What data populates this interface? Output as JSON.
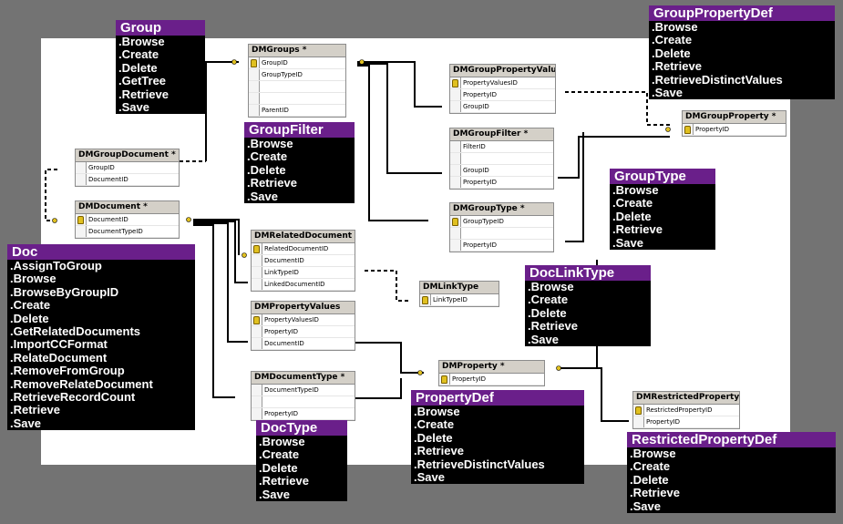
{
  "tables": {
    "dmgroups": {
      "title": "DMGroups *",
      "rows": [
        {
          "name": "GroupID",
          "key": true
        },
        {
          "name": "GroupTypeID",
          "key": false
        },
        {
          "name": "",
          "key": false
        },
        {
          "name": "",
          "key": false
        },
        {
          "name": "ParentID",
          "key": false
        }
      ]
    },
    "dmgroupdocument": {
      "title": "DMGroupDocument *",
      "rows": [
        {
          "name": "GroupID",
          "key": false
        },
        {
          "name": "DocumentID",
          "key": false
        }
      ]
    },
    "dmdocument": {
      "title": "DMDocument *",
      "rows": [
        {
          "name": "DocumentID",
          "key": true
        },
        {
          "name": "DocumentTypeID",
          "key": false
        }
      ]
    },
    "dmgrouppropertyvalue": {
      "title": "DMGroupPropertyValue",
      "rows": [
        {
          "name": "PropertyValuesID",
          "key": true
        },
        {
          "name": "PropertyID",
          "key": false
        },
        {
          "name": "GroupID",
          "key": false
        }
      ]
    },
    "dmgroupfilter": {
      "title": "DMGroupFilter *",
      "rows": [
        {
          "name": "FilterID",
          "key": false
        },
        {
          "name": "",
          "key": false
        },
        {
          "name": "GroupID",
          "key": false
        },
        {
          "name": "PropertyID",
          "key": false
        }
      ]
    },
    "dmgrouptype": {
      "title": "DMGroupType *",
      "rows": [
        {
          "name": "GroupTypeID",
          "key": true
        },
        {
          "name": "",
          "key": false
        },
        {
          "name": "PropertyID",
          "key": false
        }
      ]
    },
    "dmgroupproperty": {
      "title": "DMGroupProperty *",
      "rows": [
        {
          "name": "PropertyID",
          "key": true
        }
      ]
    },
    "dmrelateddocument": {
      "title": "DMRelatedDocument",
      "rows": [
        {
          "name": "RelatedDocumentID",
          "key": true
        },
        {
          "name": "DocumentID",
          "key": false
        },
        {
          "name": "LinkTypeID",
          "key": false
        },
        {
          "name": "LinkedDocumentID",
          "key": false
        }
      ]
    },
    "dmlinktype": {
      "title": "DMLinkType",
      "rows": [
        {
          "name": "LinkTypeID",
          "key": true
        }
      ]
    },
    "dmpropertyvalues": {
      "title": "DMPropertyValues",
      "rows": [
        {
          "name": "PropertyValuesID",
          "key": true
        },
        {
          "name": "PropertyID",
          "key": false
        },
        {
          "name": "DocumentID",
          "key": false
        }
      ]
    },
    "dmdocumenttype": {
      "title": "DMDocumentType *",
      "rows": [
        {
          "name": "DocumentTypeID",
          "key": false
        },
        {
          "name": "",
          "key": false
        },
        {
          "name": "PropertyID",
          "key": false
        }
      ]
    },
    "dmproperty": {
      "title": "DMProperty *",
      "rows": [
        {
          "name": "PropertyID",
          "key": true
        }
      ]
    },
    "dmrestrictedproperty": {
      "title": "DMRestrictedProperty",
      "rows": [
        {
          "name": "RestrictedPropertyID",
          "key": true
        },
        {
          "name": "PropertyID",
          "key": false
        }
      ]
    }
  },
  "boxes": {
    "group": {
      "title": "Group",
      "items": [
        ".Browse",
        ".Create",
        ".Delete",
        ".GetTree",
        ".Retrieve",
        ".Save"
      ]
    },
    "groupfilter": {
      "title": "GroupFilter",
      "items": [
        ".Browse",
        ".Create",
        ".Delete",
        ".Retrieve",
        ".Save"
      ]
    },
    "grouppropertydef": {
      "title": "GroupPropertyDef",
      "items": [
        ".Browse",
        ".Create",
        ".Delete",
        ".Retrieve",
        ".RetrieveDistinctValues",
        ".Save"
      ]
    },
    "grouptype": {
      "title": "GroupType",
      "items": [
        ".Browse",
        ".Create",
        ".Delete",
        ".Retrieve",
        ".Save"
      ]
    },
    "doc": {
      "title": "Doc",
      "items": [
        ".AssignToGroup",
        ".Browse",
        ".BrowseByGroupID",
        ".Create",
        ".Delete",
        ".GetRelatedDocuments",
        ".ImportCCFormat",
        ".RelateDocument",
        ".RemoveFromGroup",
        ".RemoveRelateDocument",
        ".RetrieveRecordCount",
        ".Retrieve",
        ".Save"
      ]
    },
    "doclinktype": {
      "title": "DocLinkType",
      "items": [
        ".Browse",
        ".Create",
        ".Delete",
        ".Retrieve",
        ".Save"
      ]
    },
    "propertydef": {
      "title": "PropertyDef",
      "items": [
        ".Browse",
        ".Create",
        ".Delete",
        ".Retrieve",
        ".RetrieveDistinctValues",
        ".Save"
      ]
    },
    "doctype": {
      "title": "DocType",
      "items": [
        ".Browse",
        ".Create",
        ".Delete",
        ".Retrieve",
        ".Save"
      ]
    },
    "restrictedpropertydef": {
      "title": "RestrictedPropertyDef",
      "items": [
        ".Browse",
        ".Create",
        ".Delete",
        ".Retrieve",
        ".Save"
      ]
    }
  }
}
